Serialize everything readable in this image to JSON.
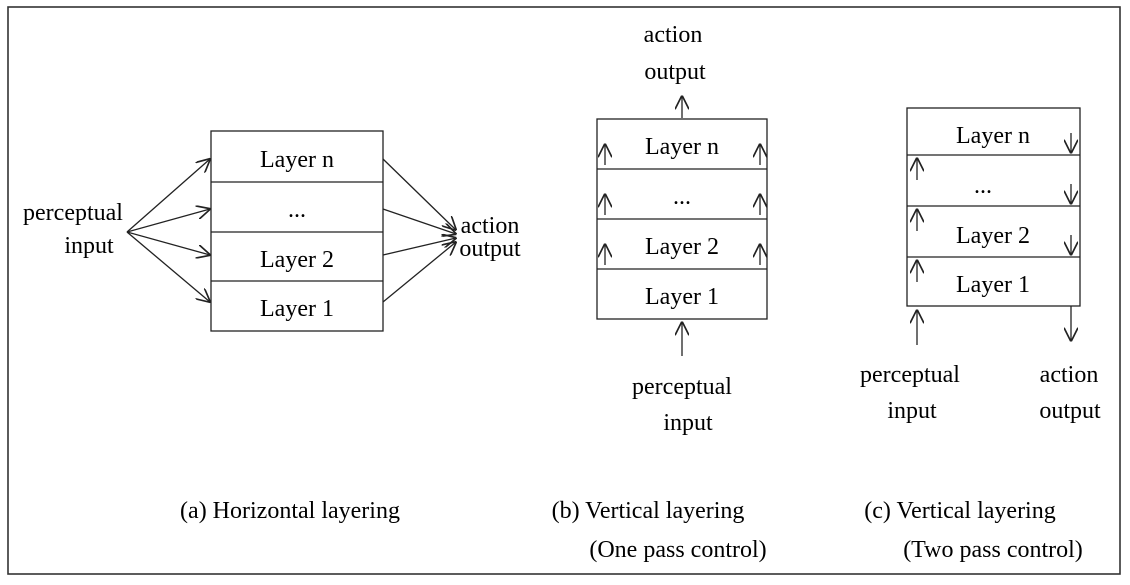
{
  "panel_a": {
    "layers": [
      "Layer n",
      "...",
      "Layer 2",
      "Layer 1"
    ],
    "input_line1": "perceptual",
    "input_line2": "input",
    "output_line1": "action",
    "output_line2": "output",
    "caption": "(a) Horizontal layering"
  },
  "panel_b": {
    "layers": [
      "Layer n",
      "...",
      "Layer 2",
      "Layer 1"
    ],
    "output_line1": "action",
    "output_line2": "output",
    "input_line1": "perceptual",
    "input_line2": "input",
    "caption_line1": "(b) Vertical layering",
    "caption_line2": "(One pass control)"
  },
  "panel_c": {
    "layers": [
      "Layer n",
      "...",
      "Layer 2",
      "Layer 1"
    ],
    "input_line1": "perceptual",
    "input_line2": "input",
    "output_line1": "action",
    "output_line2": "output",
    "caption_line1": "(c) Vertical layering",
    "caption_line2": "(Two pass control)"
  }
}
